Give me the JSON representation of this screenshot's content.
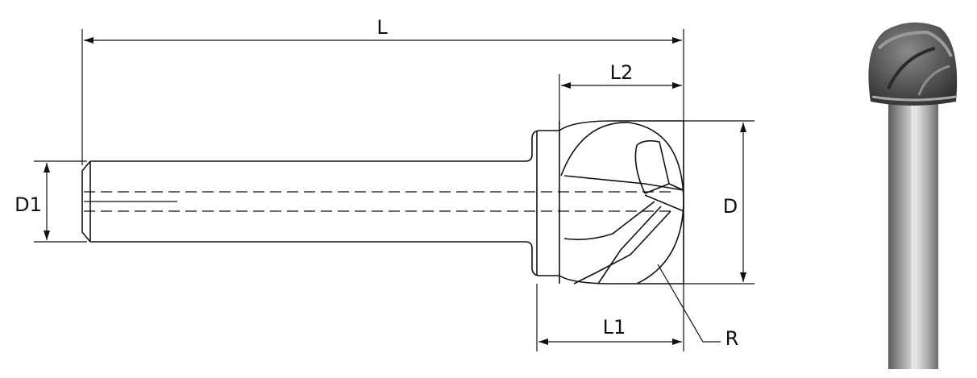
{
  "labels": {
    "L": "L",
    "L1": "L1",
    "L2": "L2",
    "D": "D",
    "D1": "D1",
    "R": "R"
  },
  "colors": {
    "line": "#111111",
    "tool_dark": "#4e4e4e",
    "tool_light": "#d9d9d9"
  }
}
